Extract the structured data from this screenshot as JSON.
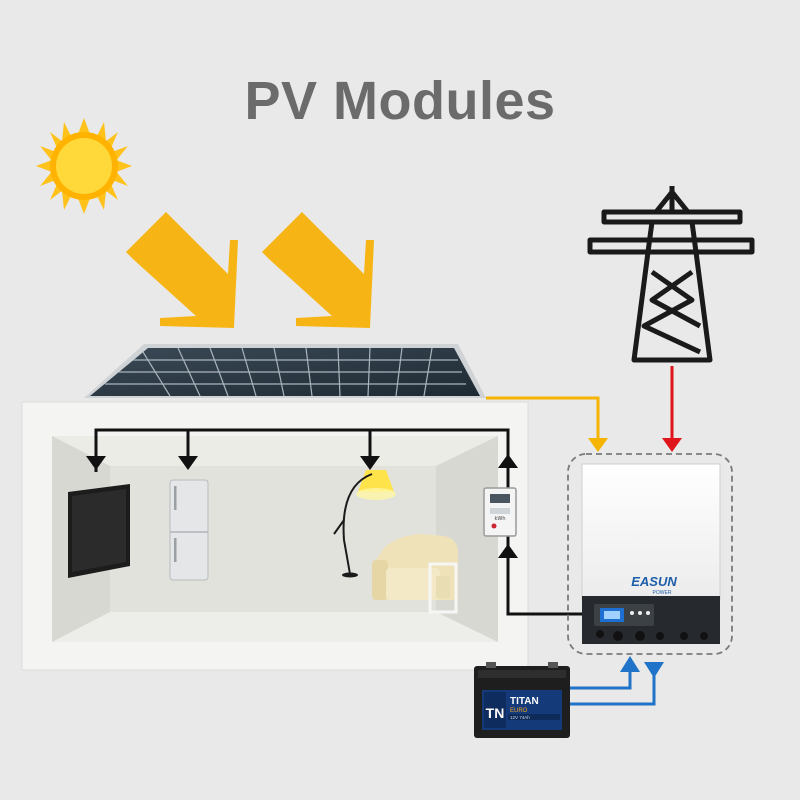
{
  "title": "PV Modules",
  "inverter": {
    "brand_main": "EASUN",
    "brand_sub": "POWER"
  },
  "battery": {
    "logo": "TN",
    "brand": "TITAN",
    "line": "EURO",
    "spec": "12V 74Ah"
  },
  "meter": {
    "label": "kWh"
  },
  "colors": {
    "background": "#e9e9e9",
    "title": "#6b6b6b",
    "pv_line": "#f5b400",
    "grid_line": "#e0141b",
    "battery_line": "#1f73c8",
    "load_line": "#111111",
    "sun": "#ffc21a",
    "arrow": "#f7b515"
  },
  "icons": [
    "sun-icon",
    "power-tower-icon",
    "solar-panel",
    "tv-icon",
    "fridge-icon",
    "lamp-icon",
    "sofa-icon",
    "energy-meter-icon",
    "inverter-icon",
    "battery-icon"
  ]
}
